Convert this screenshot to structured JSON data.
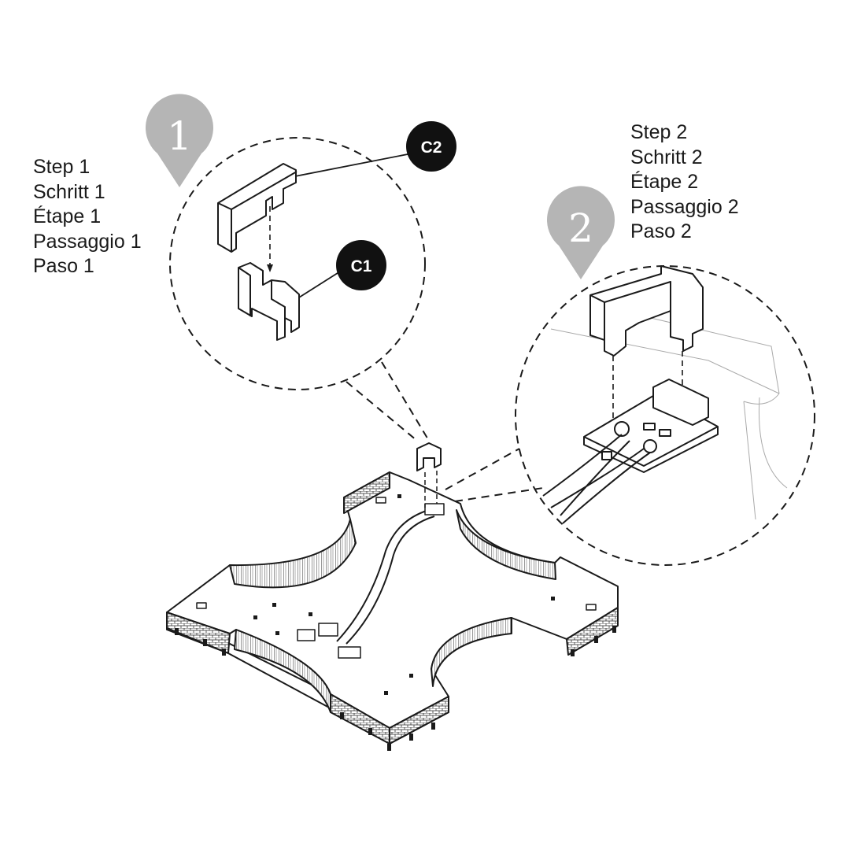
{
  "step1": {
    "number": "1",
    "lines": [
      "Step 1",
      "Schritt 1",
      "Étape 1",
      "Passaggio 1",
      "Paso 1"
    ]
  },
  "step2": {
    "number": "2",
    "lines": [
      "Step 2",
      "Schritt 2",
      "Étape 2",
      "Passaggio 2",
      "Paso 2"
    ]
  },
  "callouts": {
    "c1": "C1",
    "c2": "C2"
  },
  "colors": {
    "pin": "#b5b5b5",
    "badge": "#111111",
    "line": "#1a1a1a"
  }
}
